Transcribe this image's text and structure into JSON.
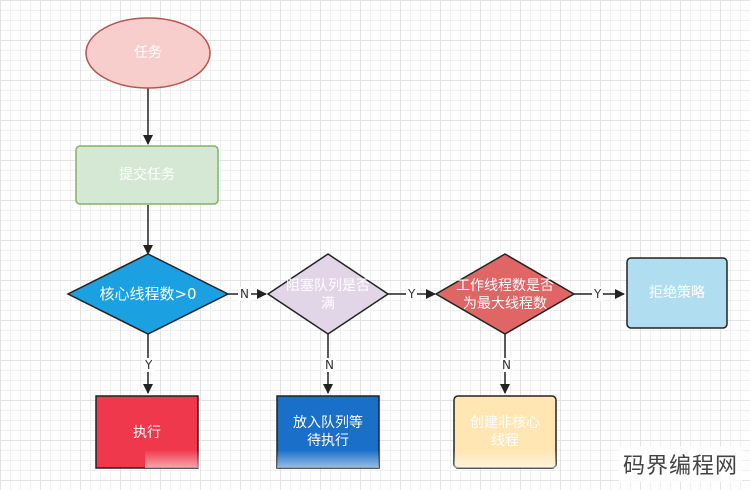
{
  "nodes": {
    "task": {
      "label": "任务",
      "fill": "#f8cecc"
    },
    "submit": {
      "label": "提交任务",
      "fill": "#d5e8d4"
    },
    "core_check": {
      "label": "核心线程数>0",
      "fill": "#1ba1e2"
    },
    "queue_check": {
      "label_line1": "阻塞队列是否",
      "label_line2": "满",
      "fill": "#e1d5e7"
    },
    "max_check": {
      "label_line1": "工作线程数是否",
      "label_line2": "为最大线程数",
      "fill": "#e06666"
    },
    "reject": {
      "label": "拒绝策略",
      "fill": "#b1ddf0"
    },
    "execute": {
      "label": "执行",
      "fill": "#f0384c"
    },
    "enqueue": {
      "label_line1": "放入队列等",
      "label_line2": "待执行",
      "fill": "#1a6fc9"
    },
    "create_noncore": {
      "label_line1": "创建非核心",
      "label_line2": "线程",
      "fill": "#ffe6b3"
    }
  },
  "edges": {
    "core_no": "N",
    "core_yes": "Y",
    "queue_yes": "Y",
    "queue_no": "N",
    "max_yes": "Y",
    "max_no": "N"
  },
  "watermark": "码界编程网"
}
